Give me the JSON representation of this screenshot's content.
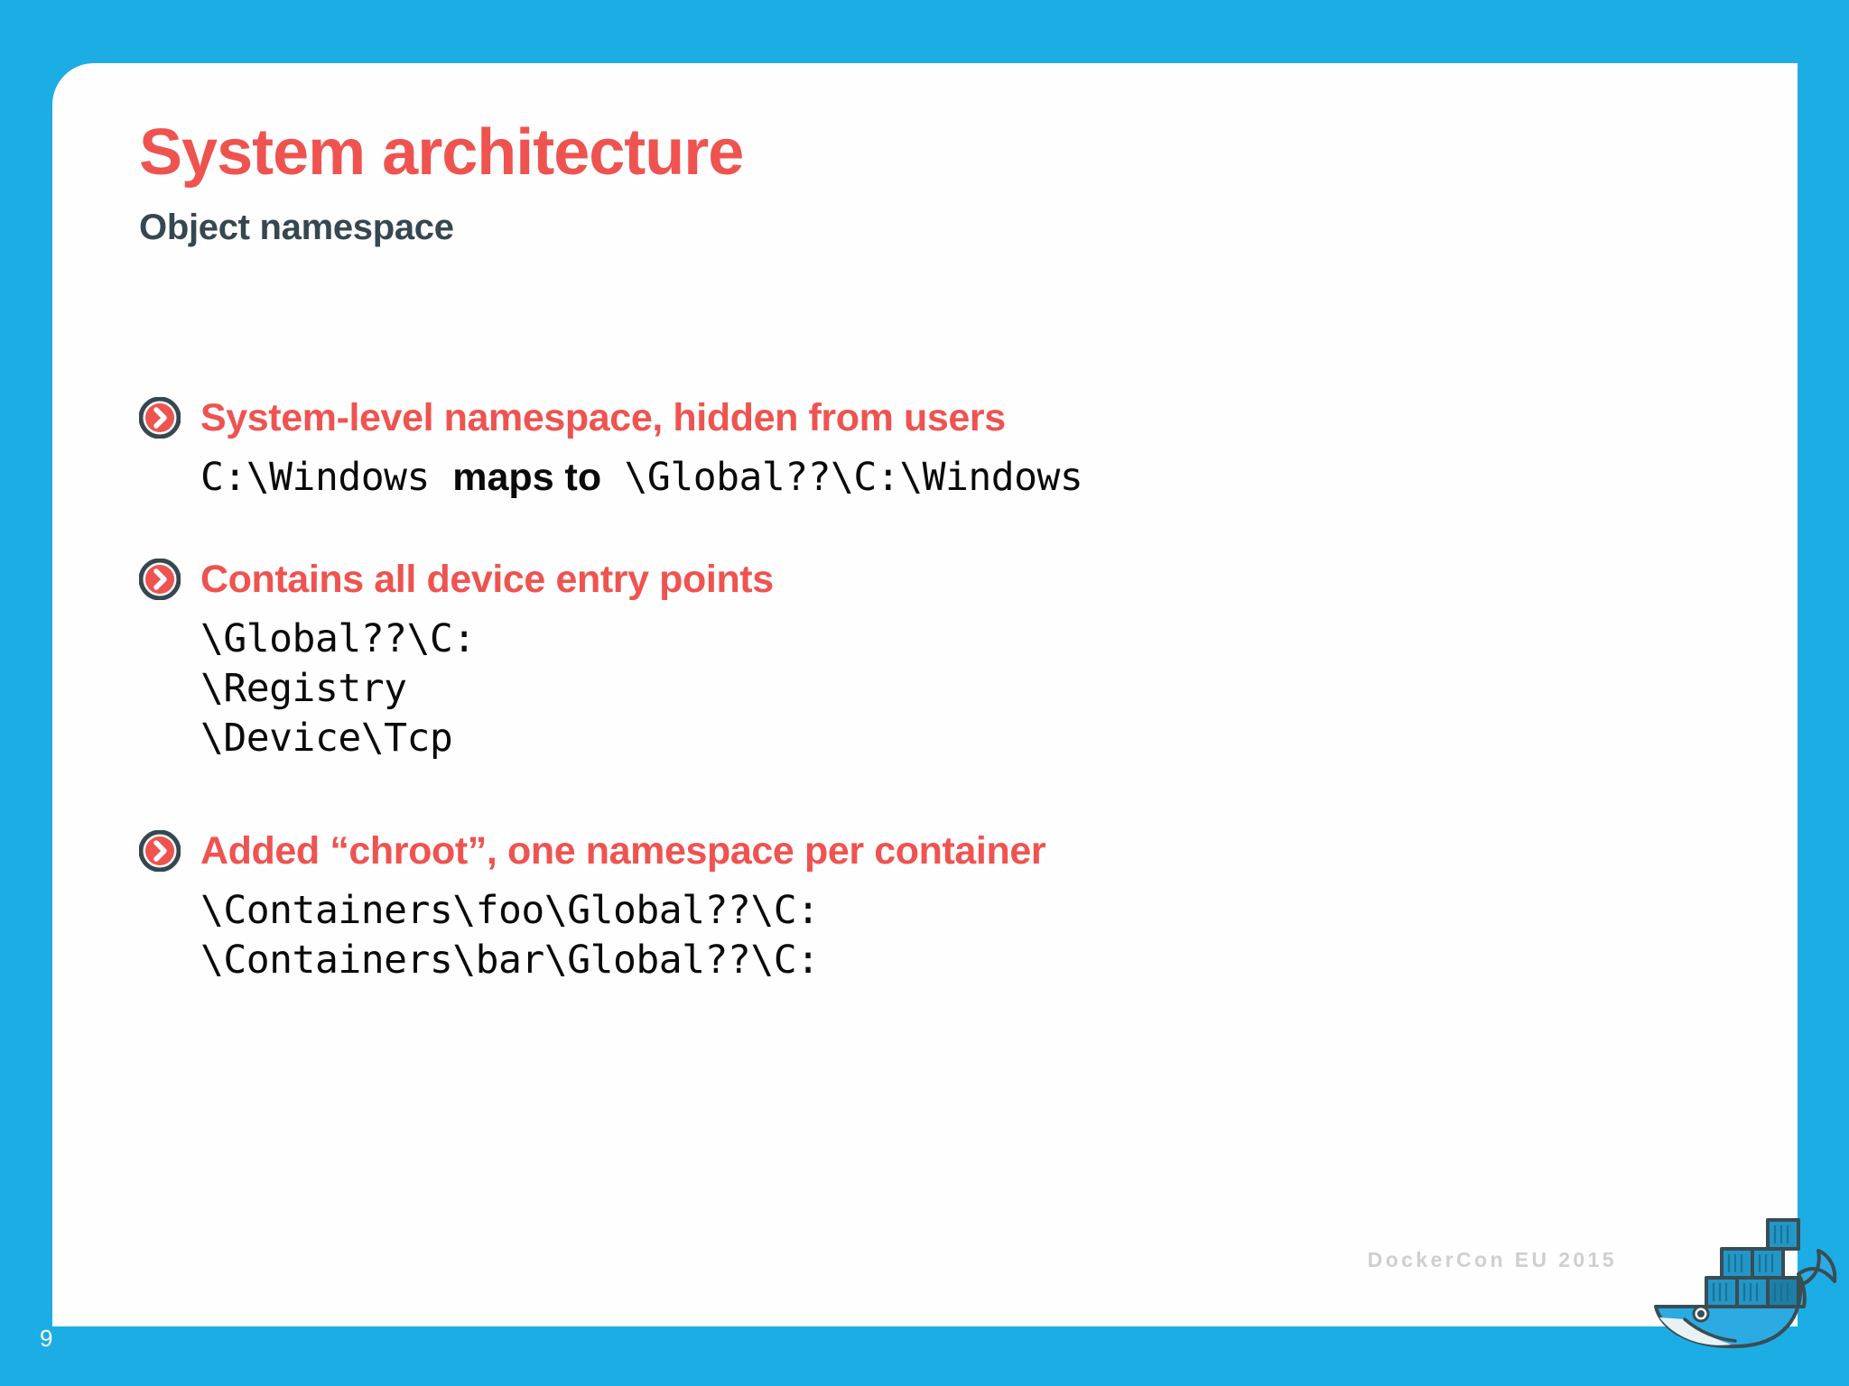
{
  "slide": {
    "title": "System architecture",
    "subtitle": "Object namespace",
    "number": "9",
    "accent_color": "#EF5350",
    "heading_dark_color": "#36474F",
    "background_color": "#1CADE4",
    "card_color": "#FEFEFE"
  },
  "bullets": [
    {
      "icon": "chevron-right-circle-icon",
      "heading": "System-level namespace, hidden from users",
      "lines": [
        {
          "pre": "C:\\Windows ",
          "emph": "maps to",
          "post": " \\Global??\\C:\\Windows"
        }
      ]
    },
    {
      "icon": "chevron-right-circle-icon",
      "heading": "Contains all device entry points",
      "lines": [
        {
          "pre": "\\Global??\\C:",
          "emph": "",
          "post": ""
        },
        {
          "pre": "\\Registry",
          "emph": "",
          "post": ""
        },
        {
          "pre": "\\Device\\Tcp",
          "emph": "",
          "post": ""
        }
      ]
    },
    {
      "icon": "chevron-right-circle-icon",
      "heading": "Added “chroot”, one namespace per container",
      "lines": [
        {
          "pre": "\\Containers\\foo\\Global??\\C:",
          "emph": "",
          "post": ""
        },
        {
          "pre": "\\Containers\\bar\\Global??\\C:",
          "emph": "",
          "post": ""
        }
      ]
    }
  ],
  "footer": {
    "brand": "DockerCon EU 2015",
    "brand_color": "#CFCFCF",
    "logo": "docker-whale-logo"
  }
}
